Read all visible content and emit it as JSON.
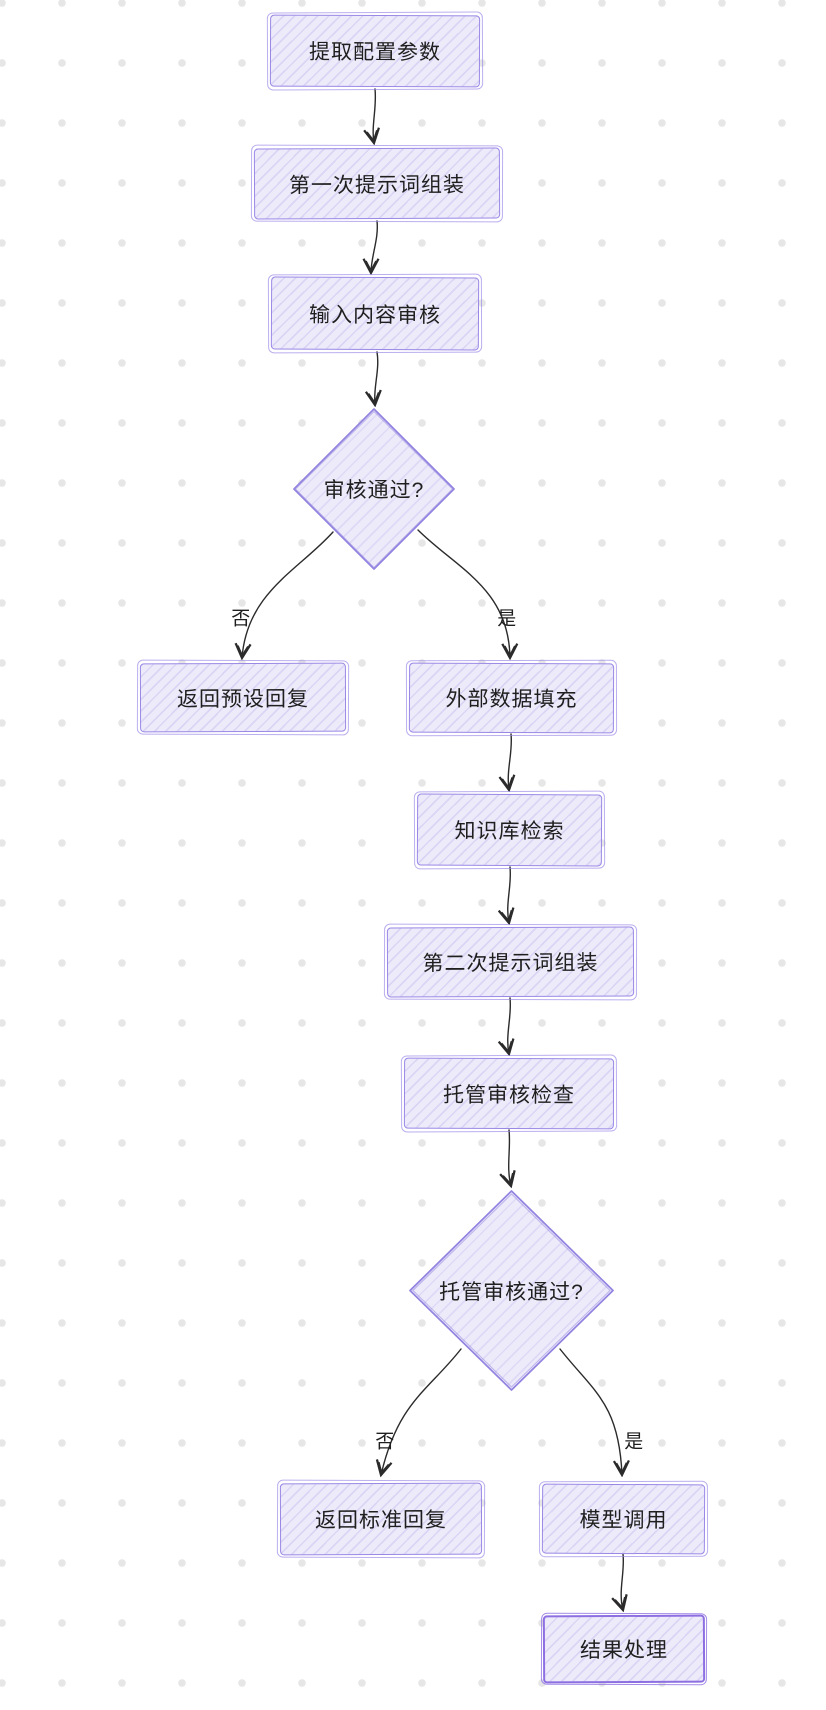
{
  "diagram": {
    "type": "flowchart",
    "style": "hand-drawn",
    "colors": {
      "node_fill": "#edebfa",
      "node_border": "#9a87e6",
      "node_border_strong": "#8d6fe2",
      "arrow": "#2b2b2b",
      "background_dots": "#e6e6e6",
      "text": "#1f1f1f"
    }
  },
  "nodes": {
    "extract": {
      "label": "提取配置参数",
      "shape": "rect"
    },
    "first_prompt": {
      "label": "第一次提示词组装",
      "shape": "rect"
    },
    "input_review": {
      "label": "输入内容审核",
      "shape": "rect"
    },
    "review_pass": {
      "label": "审核通过?",
      "shape": "diamond"
    },
    "preset_reply": {
      "label": "返回预设回复",
      "shape": "rect"
    },
    "external_data": {
      "label": "外部数据填充",
      "shape": "rect"
    },
    "kb_search": {
      "label": "知识库检索",
      "shape": "rect"
    },
    "second_prompt": {
      "label": "第二次提示词组装",
      "shape": "rect"
    },
    "hosted_check": {
      "label": "托管审核检查",
      "shape": "rect"
    },
    "hosted_pass": {
      "label": "托管审核通过?",
      "shape": "diamond"
    },
    "standard_reply": {
      "label": "返回标准回复",
      "shape": "rect"
    },
    "model_call": {
      "label": "模型调用",
      "shape": "rect"
    },
    "result": {
      "label": "结果处理",
      "shape": "rect"
    }
  },
  "edges": [
    {
      "from": "extract",
      "to": "first_prompt",
      "label": ""
    },
    {
      "from": "first_prompt",
      "to": "input_review",
      "label": ""
    },
    {
      "from": "input_review",
      "to": "review_pass",
      "label": ""
    },
    {
      "from": "review_pass",
      "to": "preset_reply",
      "label": "否"
    },
    {
      "from": "review_pass",
      "to": "external_data",
      "label": "是"
    },
    {
      "from": "external_data",
      "to": "kb_search",
      "label": ""
    },
    {
      "from": "kb_search",
      "to": "second_prompt",
      "label": ""
    },
    {
      "from": "second_prompt",
      "to": "hosted_check",
      "label": ""
    },
    {
      "from": "hosted_check",
      "to": "hosted_pass",
      "label": ""
    },
    {
      "from": "hosted_pass",
      "to": "standard_reply",
      "label": "否"
    },
    {
      "from": "hosted_pass",
      "to": "model_call",
      "label": "是"
    },
    {
      "from": "model_call",
      "to": "result",
      "label": ""
    }
  ]
}
